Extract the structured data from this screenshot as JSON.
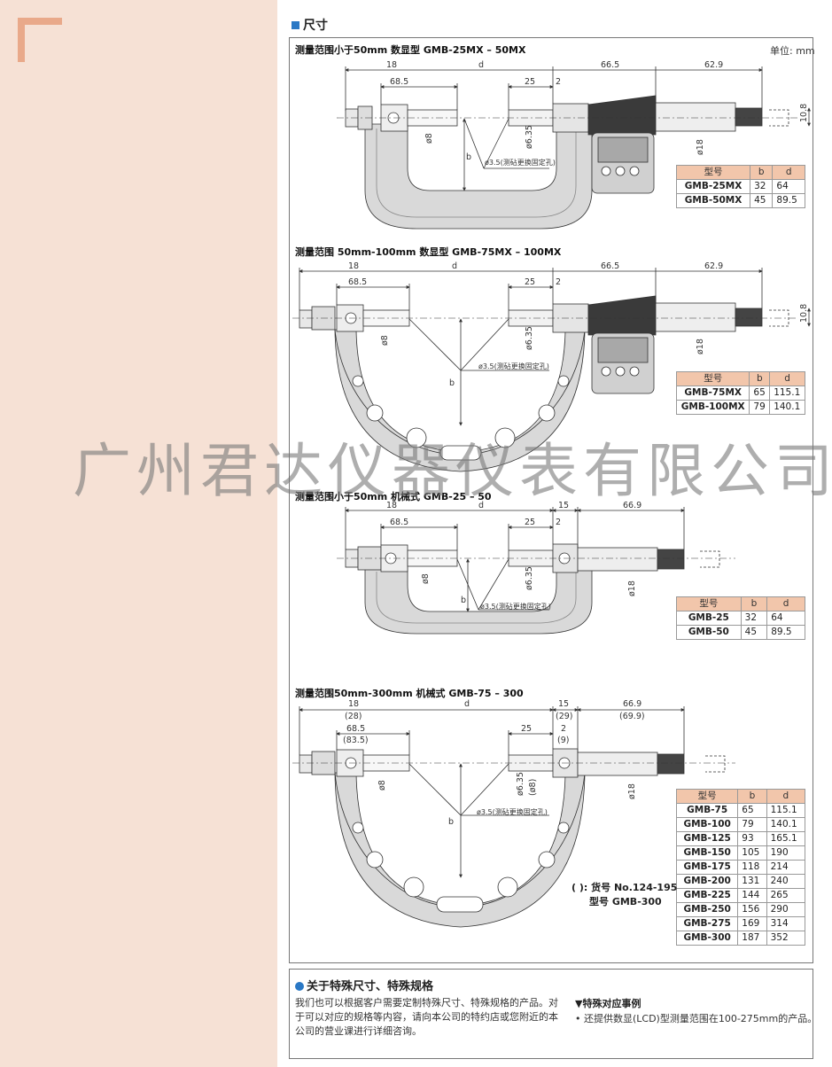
{
  "section_title": "尺寸",
  "unit_label": "单位: mm",
  "diagram_labels": {
    "d18": "18",
    "d685": "68.5",
    "d": "d",
    "d665": "66.5",
    "d629": "62.9",
    "d25": "25",
    "d2": "2",
    "d108": "10.8",
    "d8": "ø8",
    "d635": "ø6.35",
    "d18b": "ø18",
    "b": "b",
    "hole": "ø3.5(测砧更换固定孔)",
    "d15": "15",
    "d669": "66.9",
    "p28": "(28)",
    "p835": "(83.5)",
    "p29": "(29)",
    "p9": "(9)",
    "p699": "(69.9)",
    "p8": "(ø8)"
  },
  "sections": [
    {
      "subtitle": "测量范围小于50mm 数显型   GMB-25MX – 50MX",
      "table": {
        "headers": [
          "型号",
          "b",
          "d"
        ],
        "rows": [
          [
            "GMB-25MX",
            "32",
            "64"
          ],
          [
            "GMB-50MX",
            "45",
            "89.5"
          ]
        ]
      }
    },
    {
      "subtitle": "测量范围 50mm-100mm 数显型   GMB-75MX – 100MX",
      "table": {
        "headers": [
          "型号",
          "b",
          "d"
        ],
        "rows": [
          [
            "GMB-75MX",
            "65",
            "115.1"
          ],
          [
            "GMB-100MX",
            "79",
            "140.1"
          ]
        ]
      }
    },
    {
      "subtitle": "测量范围小于50mm 机械式   GMB-25 – 50",
      "table": {
        "headers": [
          "型号",
          "b",
          "d"
        ],
        "rows": [
          [
            "GMB-25",
            "32",
            "64"
          ],
          [
            "GMB-50",
            "45",
            "89.5"
          ]
        ]
      }
    },
    {
      "subtitle": "测量范围50mm-300mm 机械式   GMB-75 – 300",
      "table": {
        "headers": [
          "型号",
          "b",
          "d"
        ],
        "rows": [
          [
            "GMB-75",
            "65",
            "115.1"
          ],
          [
            "GMB-100",
            "79",
            "140.1"
          ],
          [
            "GMB-125",
            "93",
            "165.1"
          ],
          [
            "GMB-150",
            "105",
            "190"
          ],
          [
            "GMB-175",
            "118",
            "214"
          ],
          [
            "GMB-200",
            "131",
            "240"
          ],
          [
            "GMB-225",
            "144",
            "265"
          ],
          [
            "GMB-250",
            "156",
            "290"
          ],
          [
            "GMB-275",
            "169",
            "314"
          ],
          [
            "GMB-300",
            "187",
            "352"
          ]
        ]
      },
      "note_line1": "( ): 货号  No.124-195",
      "note_line2": "型号  GMB-300"
    }
  ],
  "watermark": "广州君达仪器仪表有限公司",
  "info": {
    "title": "关于特殊尺寸、特殊规格",
    "body": "我们也可以根据客户需要定制特殊尺寸、特殊规格的产品。对于可以对应的规格等内容，请向本公司的特约店或您附近的本公司的营业课进行详细咨询。",
    "case_title": "▼特殊对应事例",
    "case_body": "• 还提供数显(LCD)型测量范围在100-275mm的产品。"
  },
  "colors": {
    "accent": "#2a78c5",
    "side_bg": "#f6e1d5",
    "corner": "#e9a98a",
    "table_header": "#f2c6ab",
    "frame_grey": "#d9d9d9"
  }
}
